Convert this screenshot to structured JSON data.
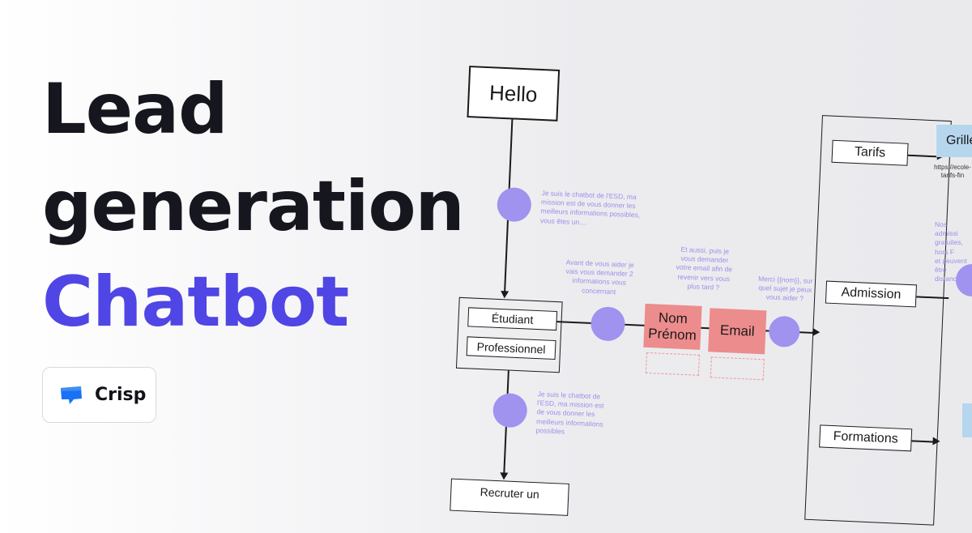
{
  "title": {
    "line1": "Lead",
    "line2": "generation",
    "line3": "Chatbot",
    "line3_color": "#4f46e5"
  },
  "badge": {
    "icon": "chat-bubble-icon",
    "icon_color": "#1972f5",
    "label": "Crisp"
  },
  "flowchart": {
    "hello": "Hello",
    "intro_note": "Je suis le chatbot de l'ESD, ma\nmission est de vous donner les\nmeilleurs informations possibles,\nvous êtes un....",
    "etudiant": "Étudiant",
    "professionnel": "Professionnel",
    "ask_note": "Avant de vous aider je\nvais vous demander 2\ninformations vous\nconcernant",
    "email_note": "Et aussi, puis je\nvous demander\nvotre email afin de\nrevenir vers vous\nplus tard ?",
    "nom_prenom": "Nom\nPrénom",
    "email": "Email",
    "merci_note": "Merci {{nom}}, sur\nquel sujet je peux\nvous aider ?",
    "pro_note": "Je suis le chatbot de\nl'ESD, ma mission est\nde vous donner les\nmeilleurs informations\npossibles",
    "recruter": "Recruter un",
    "tarifs": "Tarifs",
    "grille": "Grille",
    "grille_link": "https://ecole-\ntarifs-fin",
    "admission": "Admission",
    "admission_note": "Nos admissi\ngratuites, hors F\net peuvent être\ndistanc",
    "formations": "Formations"
  }
}
